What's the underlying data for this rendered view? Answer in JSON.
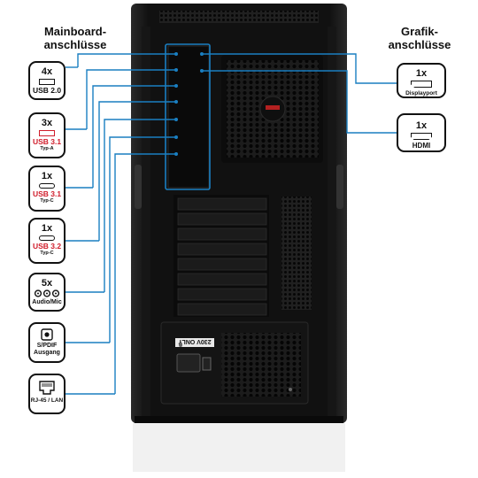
{
  "headings": {
    "left": "Mainboard-anschlüsse",
    "left_line1": "Mainboard-",
    "left_line2": "anschlüsse",
    "right_line1": "Grafik-",
    "right_line2": "anschlüsse"
  },
  "ports_left": [
    {
      "count": "4x",
      "label": "USB 2.0",
      "sub": "",
      "icon": "usb-a-icon"
    },
    {
      "count": "3x",
      "label": "USB 3.1",
      "sub": "Typ-A",
      "icon": "usb-a-icon"
    },
    {
      "count": "1x",
      "label": "USB 3.1",
      "sub": "Typ-C",
      "icon": "usb-c-icon"
    },
    {
      "count": "1x",
      "label": "USB 3.2",
      "sub": "Typ-C",
      "icon": "usb-c-icon"
    },
    {
      "count": "5x",
      "label": "Audio/Mic",
      "sub": "",
      "icon": "audio-jack-icon"
    },
    {
      "count": "",
      "label": "S/PDIF",
      "sub": "Ausgang",
      "icon": "spdif-icon"
    },
    {
      "count": "",
      "label": "RJ-45 / LAN",
      "sub": "",
      "icon": "ethernet-icon"
    }
  ],
  "ports_right": [
    {
      "count": "1x",
      "label": "Displayport",
      "icon": "displayport-icon"
    },
    {
      "count": "1x",
      "label": "HDMI",
      "icon": "hdmi-icon"
    }
  ],
  "psu_sticker": "230V ONLY",
  "colors": {
    "connector_line": "#1a7fc1",
    "highlight_box": "#1a7fc1",
    "usb31_red": "#d01d2b",
    "case_body": "#0e0e0e"
  }
}
